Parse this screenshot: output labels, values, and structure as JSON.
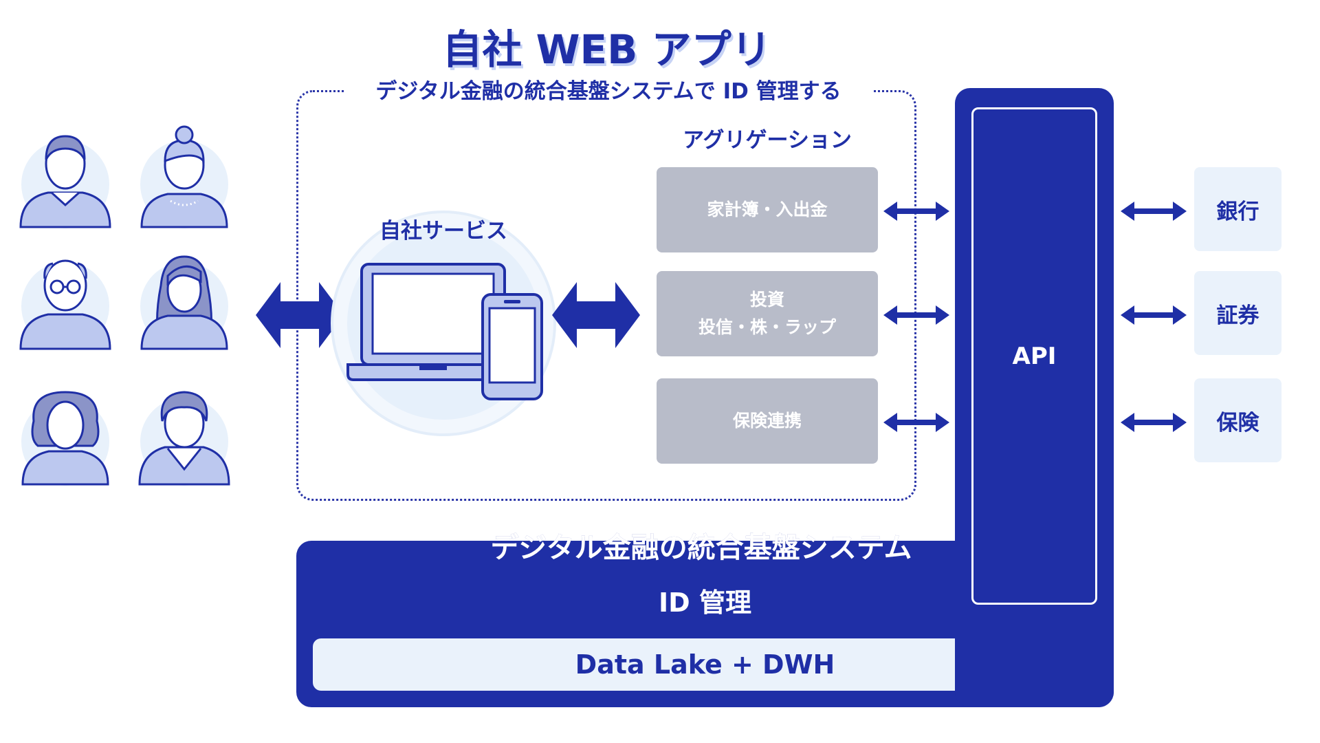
{
  "title": "自社 WEB アプリ",
  "subtitle": "デジタル金融の統合基盤システムで ID 管理する",
  "own_service": {
    "label": "自社サービス"
  },
  "aggregation": {
    "title": "アグリゲーション",
    "items": [
      {
        "line1": "家計簿・入出金",
        "line2": ""
      },
      {
        "line1": "投資",
        "line2": "投信・株・ラップ"
      },
      {
        "line1": "保険連携",
        "line2": ""
      }
    ]
  },
  "api": {
    "label": "API"
  },
  "external": [
    {
      "label": "銀行"
    },
    {
      "label": "証券"
    },
    {
      "label": "保険"
    }
  ],
  "platform": {
    "title": "デジタル金融の統合基盤システム",
    "id_label": "ID 管理",
    "data_label": "Data Lake + DWH"
  },
  "colors": {
    "navy": "#1f2fa6",
    "light_blue": "#eaf2fb",
    "grey": "#b8bcc9",
    "avatar_fill": "#bcc8ef"
  },
  "users": [
    {
      "icon": "man-with-collar-icon"
    },
    {
      "icon": "woman-with-bun-icon"
    },
    {
      "icon": "older-man-with-glasses-icon"
    },
    {
      "icon": "woman-long-hair-icon"
    },
    {
      "icon": "woman-short-hair-icon"
    },
    {
      "icon": "man-curly-hair-hoodie-icon"
    }
  ]
}
